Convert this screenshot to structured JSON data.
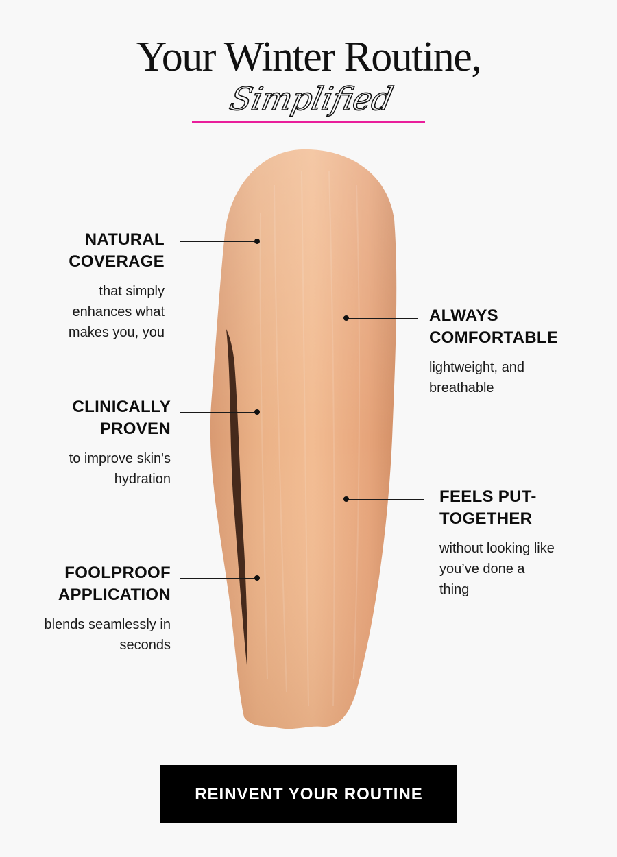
{
  "header": {
    "headline": "Your Winter Routine,",
    "script_word": "Simplified",
    "underline_color": "#e91e9b"
  },
  "swatch": {
    "color_light": "#f0b890",
    "color_mid": "#e0a27c",
    "color_shadow": "#2a140a"
  },
  "callouts": {
    "natural": {
      "title_line1": "NATURAL",
      "title_line2": "COVERAGE",
      "desc": [
        "that simply",
        "enhances what",
        "makes you, you"
      ]
    },
    "clinical": {
      "title_line1": "CLINICALLY",
      "title_line2": "PROVEN",
      "desc": [
        "to improve skin's",
        "hydration"
      ]
    },
    "foolproof": {
      "title_line1": "FOOLPROOF",
      "title_line2": "APPLICATION",
      "desc": [
        "blends seamlessly in",
        "seconds"
      ]
    },
    "comfortable": {
      "title_line1": "ALWAYS",
      "title_line2": "COMFORTABLE",
      "desc": [
        "lightweight, and",
        "breathable"
      ]
    },
    "together": {
      "title_line1": "FEELS PUT-",
      "title_line2": "TOGETHER",
      "desc": [
        "without looking like",
        "you’ve done a",
        "thing"
      ]
    }
  },
  "cta": {
    "label": "REINVENT YOUR ROUTINE"
  }
}
